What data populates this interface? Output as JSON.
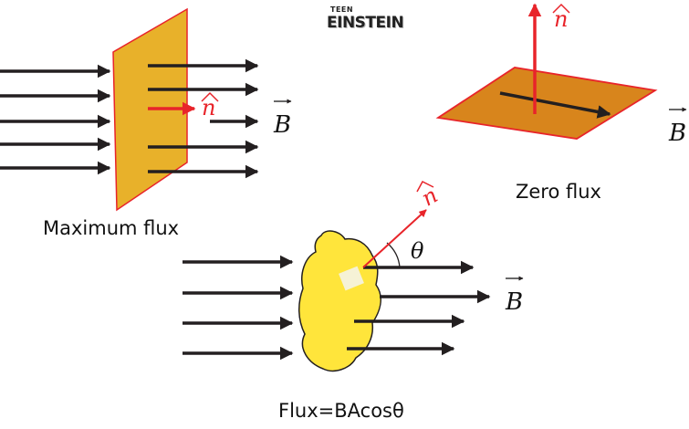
{
  "logo": {
    "small": "TEEN",
    "main": "EINSTEIN"
  },
  "symbols": {
    "normal": "n",
    "field": "B",
    "angle": "θ"
  },
  "labels": {
    "maximum": "Maximum flux",
    "zero": "Zero flux",
    "formula": "Flux=BAcosθ"
  },
  "colors": {
    "arrow": "#231f20",
    "normal": "#e8242a",
    "plate_max": "#e8b12a",
    "plate_zero": "#d8851c",
    "blob": "#ffe53b"
  }
}
